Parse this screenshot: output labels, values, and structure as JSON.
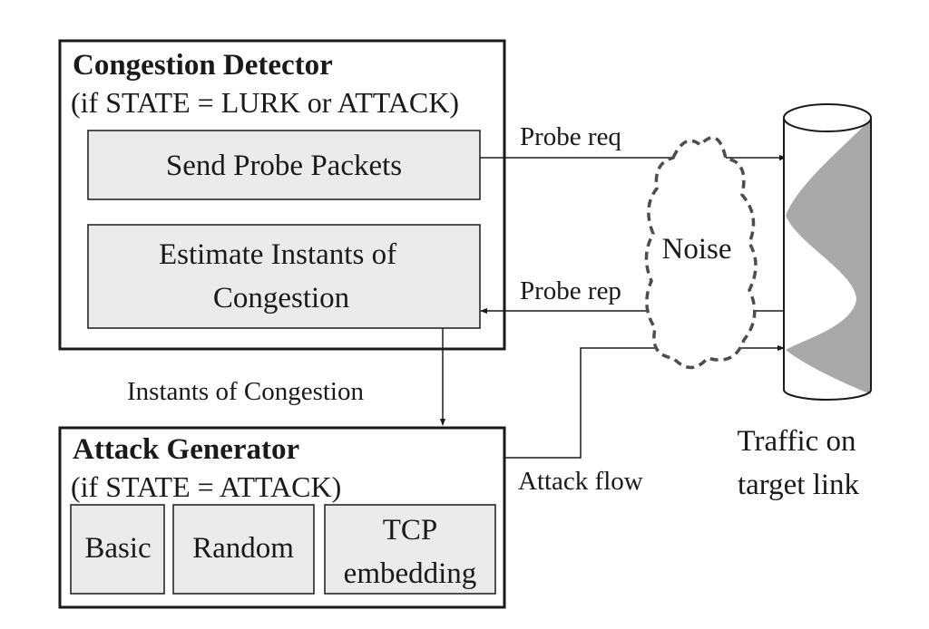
{
  "detector": {
    "title": "Congestion Detector",
    "condition": "(if STATE = LURK or ATTACK)",
    "send_probe": "Send Probe Packets",
    "estimate_line1": "Estimate Instants of",
    "estimate_line2": "Congestion"
  },
  "generator": {
    "title": "Attack Generator",
    "condition": "(if STATE = ATTACK)",
    "basic": "Basic",
    "random": "Random",
    "tcp_line1": "TCP",
    "tcp_line2": "embedding"
  },
  "labels": {
    "probe_req": "Probe req",
    "probe_rep": "Probe rep",
    "noise": "Noise",
    "instants": "Instants of Congestion",
    "attack_flow": "Attack flow",
    "traffic_line1": "Traffic on",
    "traffic_line2": "target link"
  },
  "colors": {
    "box_fill": "#ebebeb",
    "traffic_fill": "#a9a9a9",
    "stroke": "#1a1a1a",
    "cloud_stroke": "#4d4d4d"
  }
}
